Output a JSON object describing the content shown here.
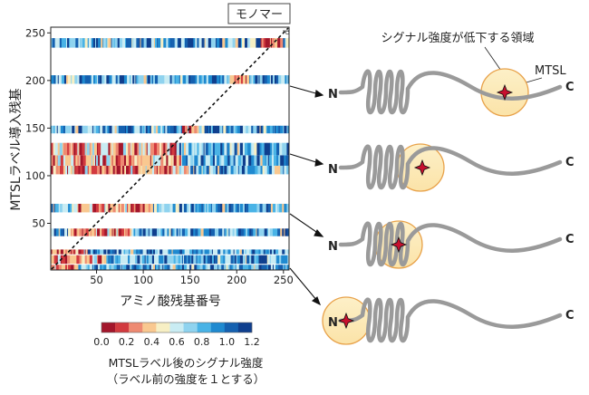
{
  "chart_data": {
    "type": "heatmap",
    "title": "",
    "xlabel": "アミノ酸残基番号",
    "ylabel": "MTSLラベル導入残基",
    "xlim": [
      1,
      256
    ],
    "ylim": [
      1,
      256
    ],
    "x_ticks": [
      "50",
      "100",
      "150",
      "200",
      "250"
    ],
    "y_ticks": [
      "50",
      "100",
      "150",
      "200",
      "250"
    ],
    "tick_values": [
      50,
      100,
      150,
      200,
      250
    ],
    "diagonal_line": true,
    "annotation_box": "モノマー",
    "colorbar": {
      "ticks": [
        "0.0",
        "0.2",
        "0.4",
        "0.6",
        "0.8",
        "1.0",
        "1.2"
      ],
      "tick_values": [
        0.0,
        0.2,
        0.4,
        0.6,
        0.8,
        1.0,
        1.2
      ],
      "colors": [
        "#a3162b",
        "#d23a3f",
        "#ee8a72",
        "#f9c890",
        "#f7efc4",
        "#c9ecf3",
        "#8fd3ef",
        "#49b3e6",
        "#1f8ad0",
        "#1561b0",
        "#0f3f8e"
      ],
      "label_line1": "MTSLラベル後のシグナル強度",
      "label_line2": "（ラベル前の強度を１とする）"
    },
    "label_bands": [
      {
        "y_from": 1,
        "y_to": 6,
        "low_x_from": 1,
        "low_x_to": 30
      },
      {
        "y_from": 8,
        "y_to": 16,
        "low_x_from": 1,
        "low_x_to": 60
      },
      {
        "y_from": 18,
        "y_to": 22,
        "low_x_from": 1,
        "low_x_to": 40
      },
      {
        "y_from": 37,
        "y_to": 44,
        "low_x_from": 20,
        "low_x_to": 85
      },
      {
        "y_from": 62,
        "y_to": 70,
        "low_x_from": 30,
        "low_x_to": 110
      },
      {
        "y_from": 102,
        "y_to": 110,
        "low_x_from": 1,
        "low_x_to": 150
      },
      {
        "y_from": 111,
        "y_to": 121,
        "low_x_from": 1,
        "low_x_to": 140
      },
      {
        "y_from": 122,
        "y_to": 134,
        "low_x_from": 1,
        "low_x_to": 135
      },
      {
        "y_from": 145,
        "y_to": 152,
        "low_x_from": 142,
        "low_x_to": 160
      },
      {
        "y_from": 197,
        "y_to": 205,
        "low_x_from": 192,
        "low_x_to": 212
      },
      {
        "y_from": 235,
        "y_to": 244,
        "low_x_from": 225,
        "low_x_to": 248
      }
    ]
  },
  "schematic": {
    "title": "シグナル強度が低下する領域",
    "probe_label": "MTSL",
    "rows": [
      {
        "n_label": "N",
        "c_label": "C",
        "probe_position": "c-terminal tail"
      },
      {
        "n_label": "N",
        "c_label": "C",
        "probe_position": "after helix"
      },
      {
        "n_label": "N",
        "c_label": "C",
        "probe_position": "within helix"
      },
      {
        "n_label": "N",
        "c_label": "C",
        "probe_position": "n-terminus"
      }
    ]
  }
}
